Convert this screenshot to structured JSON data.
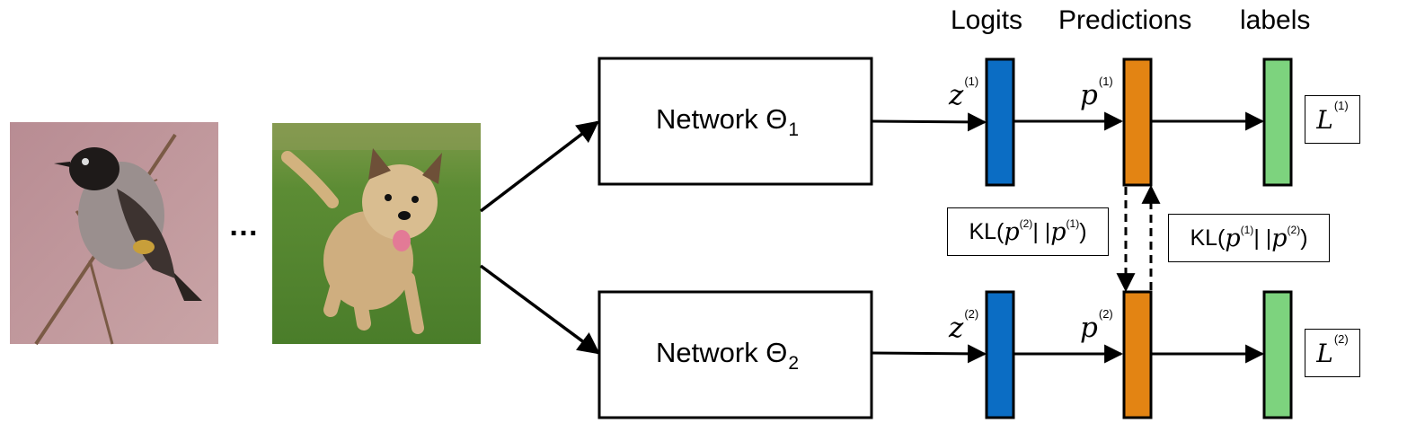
{
  "headers": {
    "logits": "Logits",
    "predictions": "Predictions",
    "labels": "labels"
  },
  "networks": [
    {
      "label": "Network Θ",
      "subscript": "1"
    },
    {
      "label": "Network Θ",
      "subscript": "2"
    }
  ],
  "inputs": {
    "ellipsis": "…",
    "images": [
      "bird",
      "dog"
    ]
  },
  "logit_vars": [
    {
      "sym": "z",
      "sup": "(1)"
    },
    {
      "sym": "z",
      "sup": "(2)"
    }
  ],
  "pred_vars": [
    {
      "sym": "p",
      "sup": "(1)"
    },
    {
      "sym": "p",
      "sup": "(2)"
    }
  ],
  "losses": [
    {
      "sym": "L",
      "sup": "(1)"
    },
    {
      "sym": "L",
      "sup": "(2)"
    }
  ],
  "kl": [
    {
      "prefix": "KL(",
      "a": "p",
      "a_sup": "(2)",
      "sep": "| |",
      "b": "p",
      "b_sup": "(1)",
      "suffix": ")"
    },
    {
      "prefix": "KL(",
      "a": "p",
      "a_sup": "(1)",
      "sep": "| |",
      "b": "p",
      "b_sup": "(2)",
      "suffix": ")"
    }
  ],
  "colors": {
    "logit_bar": "#0b6dc4",
    "prediction_bar": "#e38413",
    "label_bar": "#7dd37e",
    "stroke": "#000000"
  }
}
